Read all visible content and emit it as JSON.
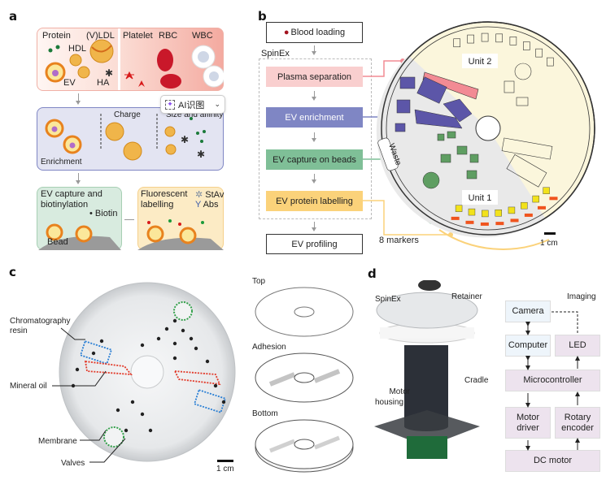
{
  "panels": {
    "a": {
      "letter": "a",
      "top_box": {
        "labels": {
          "protein": "Protein",
          "vldl": "(V)LDL",
          "hdl": "HDL",
          "ev": "EV",
          "ha": "HA",
          "platelet": "Platelet",
          "rbc": "RBC",
          "wbc": "WBC"
        }
      },
      "enrichment_box": {
        "title": "Enrichment",
        "charge": "Charge",
        "size_affinity": "Size and affinity"
      },
      "capture_box": {
        "title_line1": "EV capture and",
        "title_line2": "biotinylation",
        "biotin": "Biotin",
        "bead": "Bead"
      },
      "label_box": {
        "title_line1": "Fluorescent",
        "title_line2": "labelling",
        "stav": "StAv",
        "abs": "Abs"
      }
    },
    "b": {
      "letter": "b",
      "blood_loading": "Blood loading",
      "spinex": "SpinEx",
      "steps": [
        {
          "label": "Plasma separation",
          "color": "#f9cfcf"
        },
        {
          "label": "EV enrichment",
          "color": "#7f86c4"
        },
        {
          "label": "EV capture on beads",
          "color": "#7fbf97"
        },
        {
          "label": "EV protein labelling",
          "color": "#fbd27a"
        }
      ],
      "ev_profiling": "EV profiling",
      "disc": {
        "unit2": "Unit 2",
        "unit1": "Unit 1",
        "waste": "Waste",
        "markers": "8 markers",
        "scale": "1 cm"
      }
    },
    "c": {
      "letter": "c",
      "callouts": {
        "chromatography": "Chromatography resin",
        "mineral_oil": "Mineral oil",
        "membrane": "Membrane",
        "valves": "Valves"
      },
      "scale": "1 cm",
      "layers": [
        "Top",
        "Adhesion",
        "Bottom"
      ]
    },
    "d": {
      "letter": "d",
      "photo_labels": {
        "spinex": "SpinEx",
        "retainer": "Retainer",
        "cradle": "Cradle",
        "motor_housing_1": "Motor",
        "motor_housing_2": "housing"
      },
      "block": {
        "imaging": "Imaging",
        "camera": "Camera",
        "computer": "Computer",
        "led": "LED",
        "microcontroller": "Microcontroller",
        "motor_driver": "Motor driver",
        "rotary_encoder": "Rotary encoder",
        "dc_motor": "DC motor"
      }
    }
  },
  "overlay": {
    "ai_button_label": "AI识图",
    "ai_icon": "sparkle-scan-icon",
    "chevron": "chevron-down-icon"
  },
  "colors": {
    "plasma": "#f28b94",
    "enrich": "#5c56a8",
    "capture": "#5f9e62",
    "label_yellow": "#f2e21b",
    "label_red": "#f0541e",
    "unit2_bg": "#fbf6dc",
    "unit1_bg": "#e9e9e9"
  }
}
